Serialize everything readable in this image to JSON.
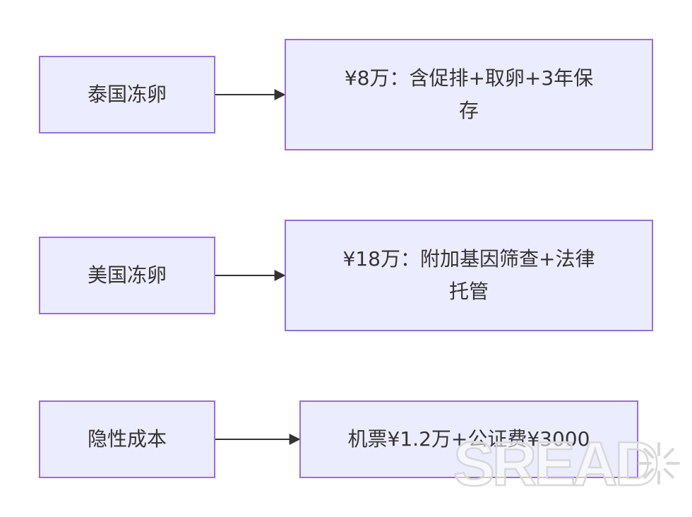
{
  "diagram": {
    "rows": [
      {
        "source": "泰国冻卵",
        "target_lines": [
          "¥8万：含促排+取卵+3年保",
          "存"
        ]
      },
      {
        "source": "美国冻卵",
        "target_lines": [
          "¥18万：附加基因筛查+法律",
          "托管"
        ]
      },
      {
        "source": "隐性成本",
        "target_lines": [
          "机票¥1.2万+公证费¥3000"
        ]
      }
    ]
  },
  "watermark": {
    "text": "SREAD",
    "icon": "sun-burst-icon"
  },
  "colors": {
    "node_fill": "#ececff",
    "node_border": "#9370db",
    "text": "#333333",
    "edge": "#333333"
  }
}
